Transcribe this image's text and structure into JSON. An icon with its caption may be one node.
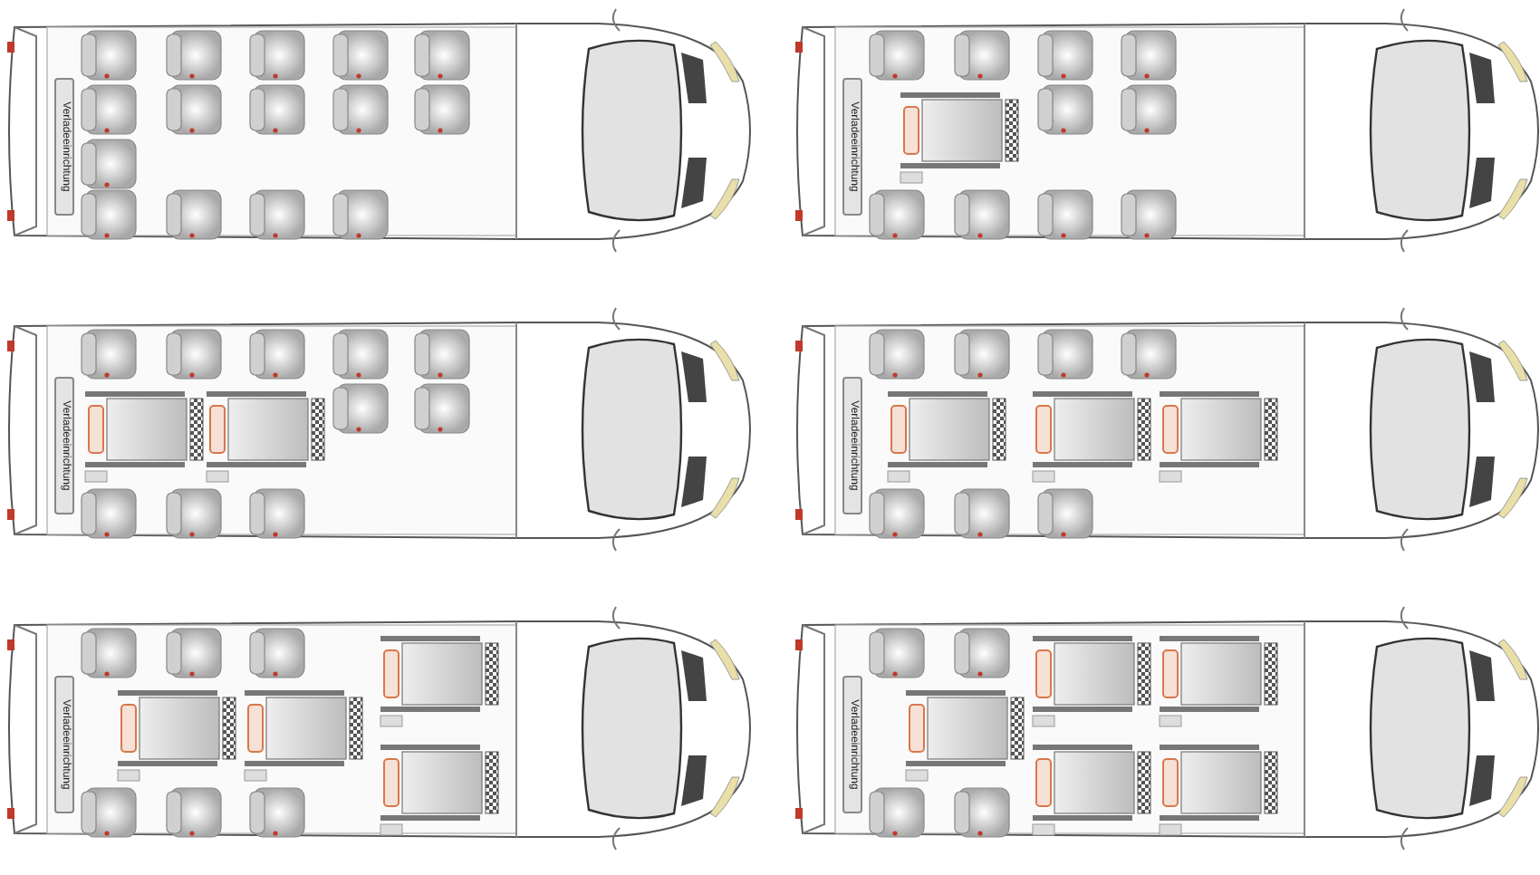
{
  "diagram": {
    "nodes": [
      {
        "text": [
          "Verladeeinrichtung"
        ]
      },
      {
        "text": [
          "Verladeeinrichtung"
        ]
      },
      {
        "text": [
          "Verladeeinrichtung"
        ]
      },
      {
        "text": [
          "Verladeeinrichtung"
        ]
      },
      {
        "text": [
          "Verladeeinrichtung"
        ]
      },
      {
        "text": [
          "Verladeeinrichtung"
        ]
      }
    ]
  }
}
